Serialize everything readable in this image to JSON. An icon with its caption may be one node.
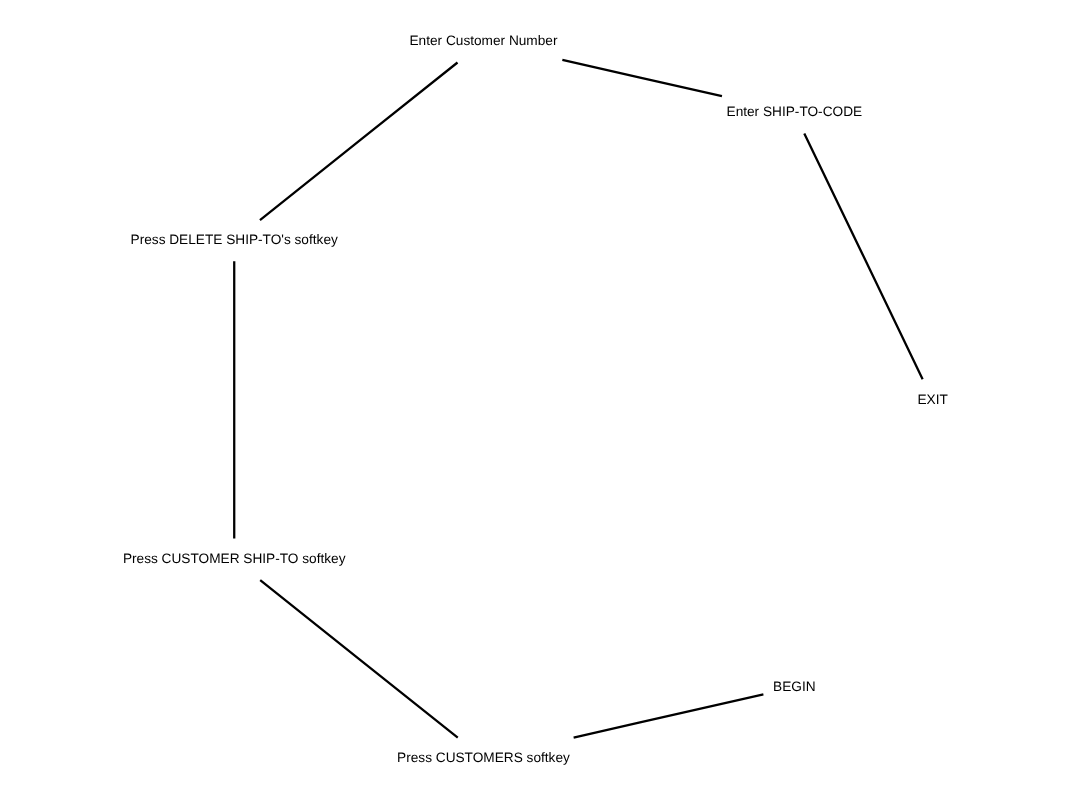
{
  "diagram": {
    "nodes": [
      {
        "text": [
          "BEGIN"
        ]
      },
      {
        "text": [
          "Press CUSTOMERS softkey"
        ]
      },
      {
        "text": [
          "Press CUSTOMER SHIP-TO softkey"
        ]
      },
      {
        "text": [
          "Press DELETE SHIP-TO's softkey"
        ]
      },
      {
        "text": [
          "Enter Customer Number"
        ]
      },
      {
        "text": [
          "Enter SHIP-TO-CODE"
        ]
      },
      {
        "text": [
          "EXIT"
        ]
      }
    ],
    "edges": [
      {
        "from": 0,
        "to": 1,
        "arrow": "none"
      },
      {
        "from": 1,
        "to": 2,
        "arrow": "none"
      },
      {
        "from": 2,
        "to": 3,
        "arrow": "none"
      },
      {
        "from": 3,
        "to": 4,
        "arrow": "none"
      },
      {
        "from": 4,
        "to": 5,
        "arrow": "none"
      },
      {
        "from": 5,
        "to": 6,
        "arrow": "none"
      }
    ]
  }
}
